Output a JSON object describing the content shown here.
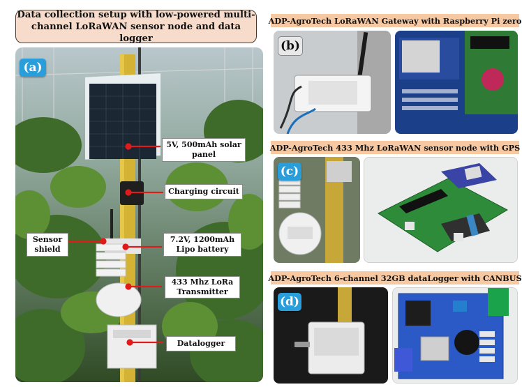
{
  "main_title_line1": "Data collection setup with low-powered multi-",
  "main_title_line2": "channel LoRaWAN sensor node and data logger",
  "panel_a": {
    "badge": "(a)",
    "labels": {
      "solar_line1": "5V, 500mAh solar",
      "solar_line2": "panel",
      "charging": "Charging circuit",
      "battery_line1": "7.2V, 1200mAh",
      "battery_line2": "Lipo battery",
      "lora_line1": "433 Mhz LoRa",
      "lora_line2": "Transmitter",
      "datalogger": "Datalogger",
      "shield_line1": "Sensor",
      "shield_line2": "shield"
    }
  },
  "panel_b": {
    "header": "ADP-AgroTech LoRaWAN Gateway with Raspberry Pi zero",
    "badge": "(b)"
  },
  "panel_c": {
    "header": "ADP-AgroTech 433 Mhz LoRaWAN sensor node with GPS",
    "badge": "(c)"
  },
  "panel_d": {
    "header": "ADP-AgroTech 6-channel 32GB dataLogger with CANBUS",
    "badge": "(d)"
  },
  "colors": {
    "badge_blue": "#2a9edb",
    "header_peach": "#f7c9a3",
    "title_peach": "#f7dccb",
    "arrow_red": "#e01b1b"
  }
}
